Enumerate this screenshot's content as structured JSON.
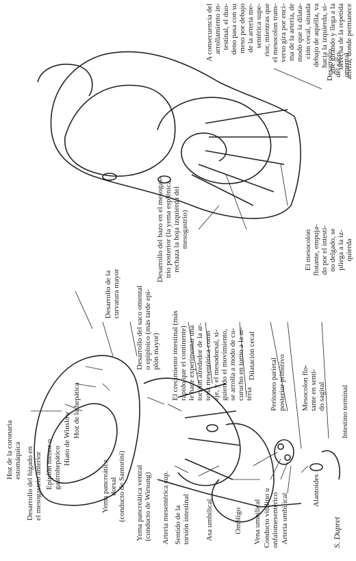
{
  "labels": {
    "hoz_coronaria": "Hoz de la coronaria\nestomáquica",
    "desarrollo_higado": "Desarrollo del hígado en\nel mesogastrio anterior",
    "epiplon_menor": "Epiplón menor o\ngastrohepático",
    "hiato_winslow": "Hiato de Winslow",
    "hoz_hepatica": "Hoz de la hepática",
    "yema_dorsal": "Yema pancreática\ndorsal\n(conducto de Santorini)",
    "yema_ventral": "Yema pancreática ventral\n(conducto de Wirsung)",
    "arteria_mesenterica": "Arteria mesentérica sup.",
    "sentido_torsion": "Sentido de la\ntorsión intestinal",
    "asa_umbilical": "Asa umbilical",
    "ombligo": "Ombligo",
    "vena_umbilical": "Vena umbilical",
    "conducto_vitelino": "Conducto vitelino u\nonfalomesentérico",
    "arteria_umbilical": "Arteria umbilical",
    "alantoides": "Alantoides",
    "bazo": "Desarrollo del bazo en el mesogas-\ntrio posterior (la yema esplénica\nrechaza la hoja izquierda del\nmesogastrio)",
    "curvatura_mayor": "Desarrollo de la\ncurvatura mayor",
    "saco_omental_epiploico": "Desarrollo del saco omental\no epiploico (más tarde epi-\nplón mayor)",
    "crecimiento_intestinal": "El crecimiento intestinal (más\nrápido que el continente)\nle hace experimentar una\ntorsión alrededor de la ar-\nteria mesentérica como\neje, y el mesodorsal, si-\nguiendo el movimiento,\nse arrolla a modo de cu-\ncurucho en torno a la ar-\nteria",
    "dilatacion_cecal": "Dilatación cecal",
    "peritoneo": "Peritoneo parietal\nposterior primitivo",
    "mesocolon_sagital": "Mesocolon flo-\ntante en senti-\ndo sagital",
    "intestino_terminal": "Intestino terminal",
    "saco_omental": "Desarrollo\ndel saco\nomental",
    "consecuencia": "A consecuencia del\narrollamiento in-\ntestinal, el duo-\ndeno pasa con su\nmeso por debajo\nde la arteria me-\nsentérica supe-\nrior, mientras que\nel mesocolon trans-\nverso gira por enci-\nma de la arteria, de\nmodo que la dilata-\nción cecal, situada\ndebajo de aquélla, va\nhacia la izquierda, si-\ngue girando y llega a la\nderecha de la repetida\narteria, donde permanece",
    "mesocolon_flotante": "El mesocolon\nflotante, empuja-\ndo por el intesti-\nno delgado, se\npliega a la iz-\nquierda",
    "firma": "S. Dupret"
  }
}
